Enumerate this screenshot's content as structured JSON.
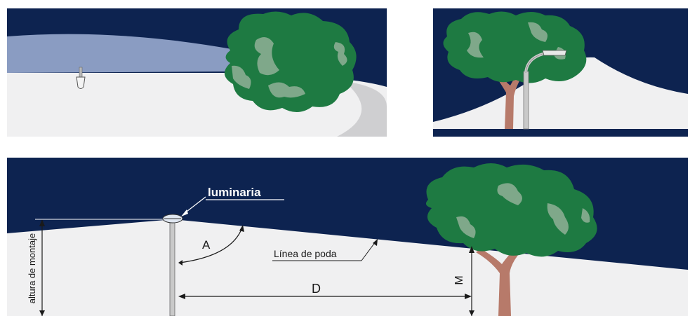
{
  "labels": {
    "luminaria": "luminaria",
    "altura_de_montaje": "altura de montaje",
    "linea_de_poda": "Línea de poda",
    "angle": "A",
    "distance": "D",
    "margin": "M"
  },
  "colors": {
    "night_sky": "#0d2350",
    "ground": "#f0f0f1",
    "light_cone": "#8a9cc2",
    "curb": "#cfcfd1",
    "foliage_dark": "#1e7a42",
    "foliage_light": "#7fa88a",
    "trunk": "#b77a6a",
    "pole": "#c9c9c9"
  }
}
